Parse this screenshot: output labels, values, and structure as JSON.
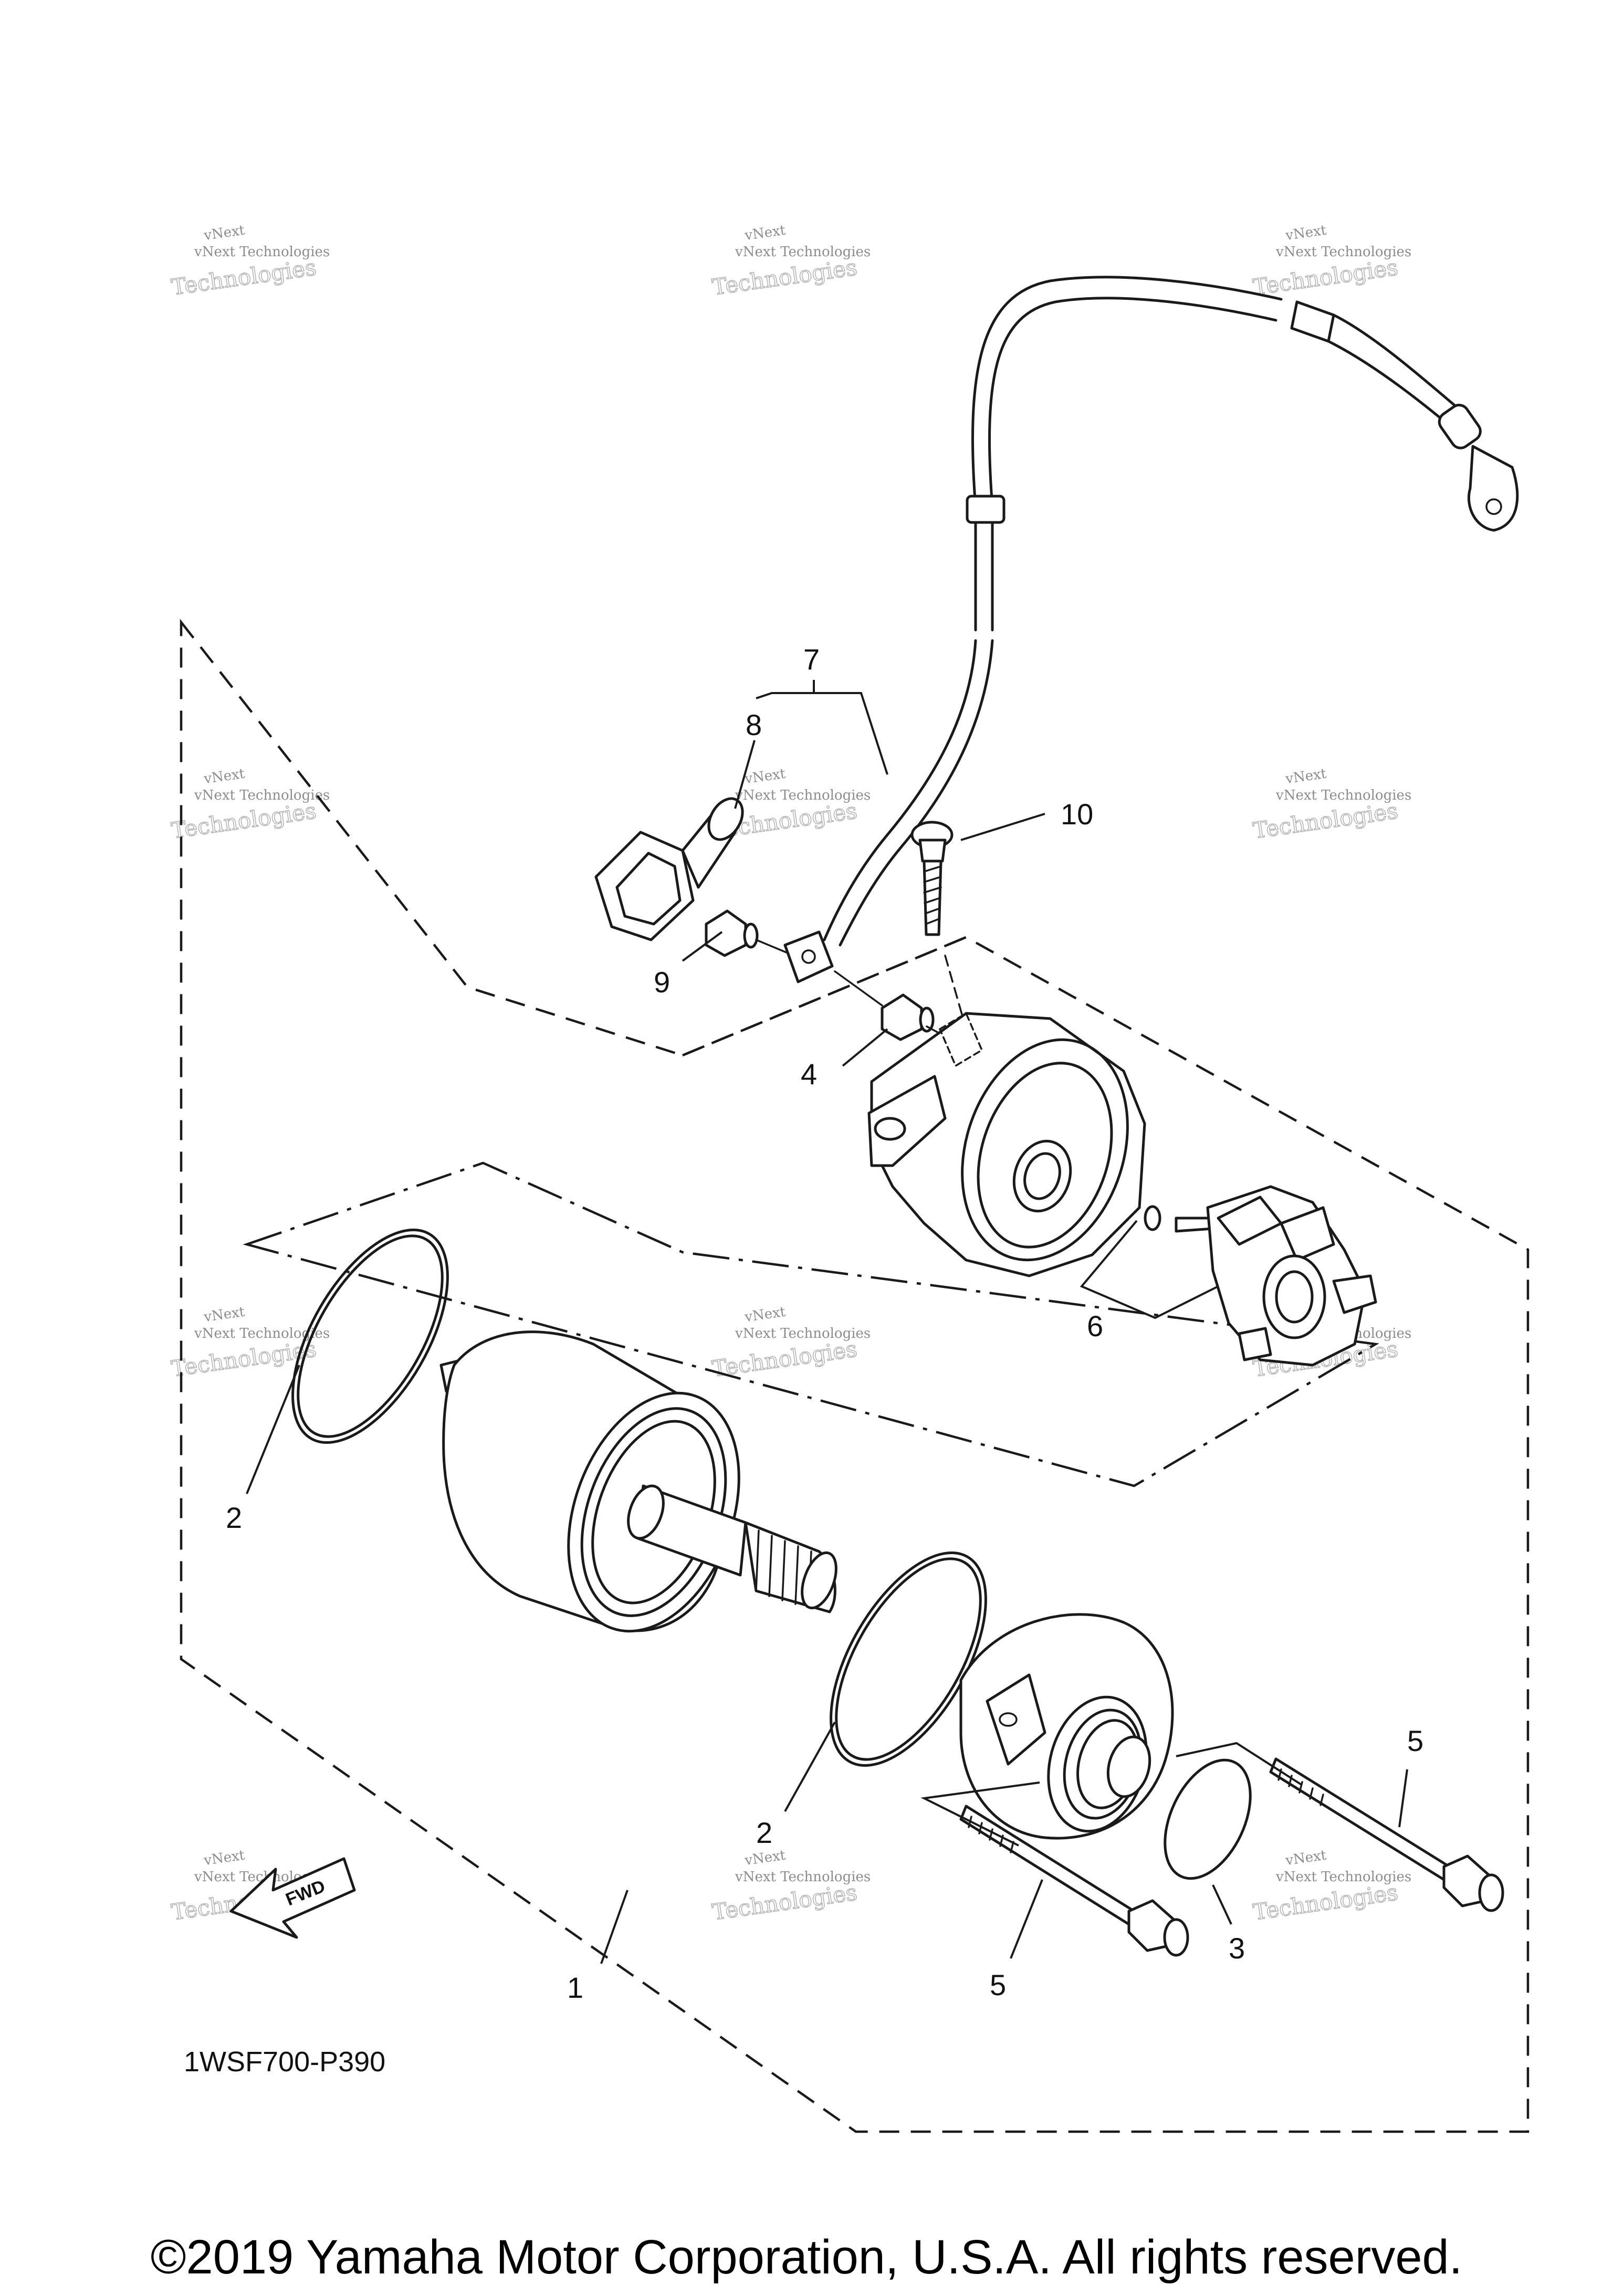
{
  "diagram_code": "1WSF700-P390",
  "copyright": "©2019 Yamaha Motor Corporation, U.S.A. All rights reserved.",
  "direction_badge": "FWD",
  "watermark": {
    "line1": "vNext",
    "line2": "vNext Technologies",
    "line3": "Technologies"
  },
  "callouts": {
    "c1": "1",
    "c2a": "2",
    "c2b": "2",
    "c3": "3",
    "c4": "4",
    "c5a": "5",
    "c5b": "5",
    "c6": "6",
    "c7": "7",
    "c8": "8",
    "c9": "9",
    "c10": "10"
  }
}
